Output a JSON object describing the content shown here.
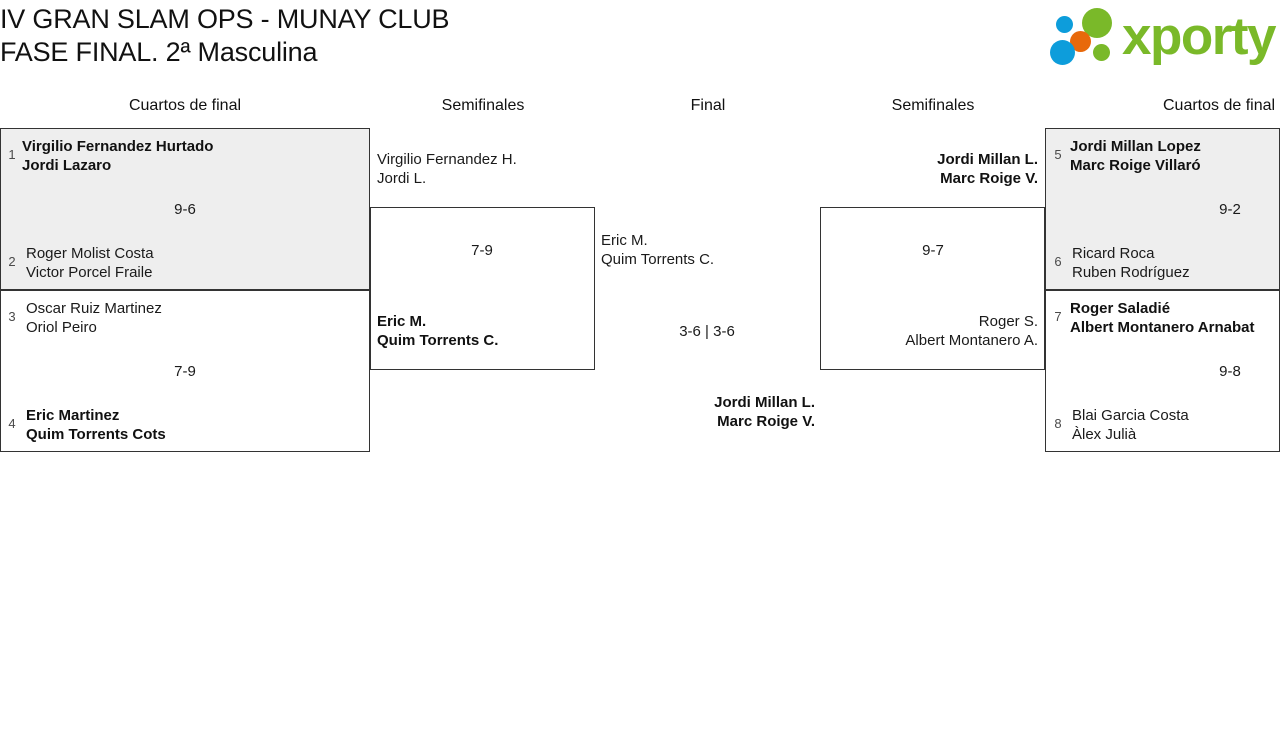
{
  "header": {
    "title_line1": "IV GRAN SLAM OPS - MUNAY CLUB",
    "title_line2": "FASE FINAL. 2ª Masculina"
  },
  "logo": {
    "wordmark": "xporty",
    "colors": {
      "green": "#7ab929",
      "blue": "#0d9ddb",
      "orange": "#e8690b"
    },
    "dots": [
      {
        "name": "logo-dot-blue-small",
        "color": "#0d9ddb"
      },
      {
        "name": "logo-dot-green-large",
        "color": "#7ab929"
      },
      {
        "name": "logo-dot-orange",
        "color": "#e8690b"
      },
      {
        "name": "logo-dot-blue-large",
        "color": "#0d9ddb"
      },
      {
        "name": "logo-dot-green-small",
        "color": "#7ab929"
      }
    ]
  },
  "columns": {
    "left_quarters": "Cuartos de final",
    "left_semis": "Semifinales",
    "final": "Final",
    "right_semis": "Semifinales",
    "right_quarters": "Cuartos de final"
  },
  "bracket": {
    "left_quarterfinals": [
      {
        "shaded": true,
        "score": "9-6",
        "top": {
          "seed": "1",
          "player1": "Virgilio Fernandez Hurtado",
          "player2": "Jordi Lazaro",
          "winner": true
        },
        "bottom": {
          "seed": "2",
          "player1": "Roger Molist Costa",
          "player2": "Victor Porcel Fraile",
          "winner": false
        }
      },
      {
        "shaded": false,
        "score": "7-9",
        "top": {
          "seed": "3",
          "player1": "Oscar Ruiz Martinez",
          "player2": "Oriol Peiro",
          "winner": false
        },
        "bottom": {
          "seed": "4",
          "player1": "Eric Martinez",
          "player2": "Quim Torrents Cots",
          "winner": true
        }
      }
    ],
    "left_semifinal": {
      "score": "7-9",
      "top": {
        "player1": "Virgilio Fernandez H.",
        "player2": "Jordi L.",
        "winner": false
      },
      "bottom": {
        "player1": "Eric M.",
        "player2": "Quim Torrents C.",
        "winner": true
      }
    },
    "final": {
      "score": "3-6 | 3-6",
      "top": {
        "player1": "Eric M.",
        "player2": "Quim Torrents C.",
        "winner": false
      },
      "bottom": {
        "player1": "Jordi Millan L.",
        "player2": "Marc Roige V.",
        "winner": true
      }
    },
    "right_semifinal": {
      "score": "9-7",
      "top": {
        "player1": "Jordi Millan L.",
        "player2": "Marc Roige V.",
        "winner": true
      },
      "bottom": {
        "player1": "Roger S.",
        "player2": "Albert Montanero A.",
        "winner": false
      }
    },
    "right_quarterfinals": [
      {
        "shaded": true,
        "score": "9-2",
        "top": {
          "seed": "5",
          "player1": "Jordi Millan Lopez",
          "player2": "Marc Roige Villaró",
          "winner": true
        },
        "bottom": {
          "seed": "6",
          "player1": "Ricard Roca",
          "player2": "Ruben Rodríguez",
          "winner": false
        }
      },
      {
        "shaded": false,
        "score": "9-8",
        "top": {
          "seed": "7",
          "player1": "Roger Saladié",
          "player2": "Albert Montanero Arnabat",
          "winner": true
        },
        "bottom": {
          "seed": "8",
          "player1": "Blai Garcia Costa",
          "player2": "Àlex Julià",
          "winner": false
        }
      }
    ]
  }
}
